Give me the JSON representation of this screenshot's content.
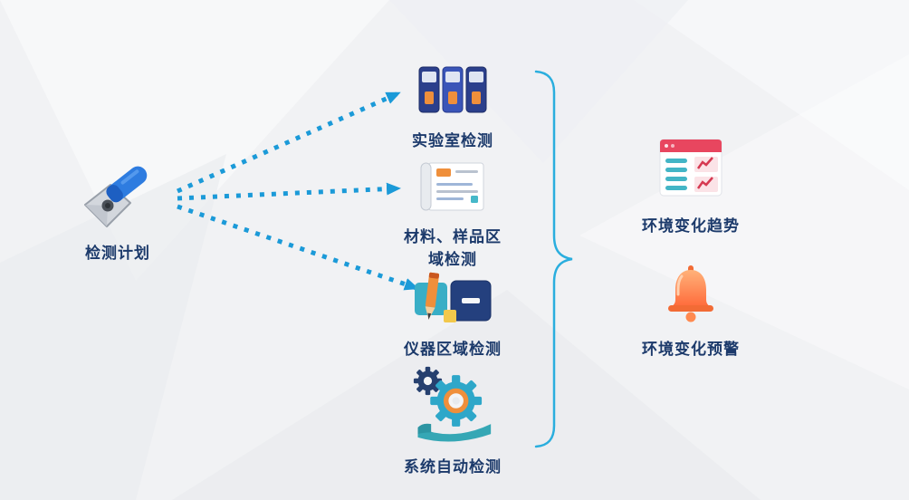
{
  "diagram": {
    "source": {
      "label": "检测计划"
    },
    "targets": [
      {
        "label": "实验室检测"
      },
      {
        "label": "材料、样品区\n域检测"
      },
      {
        "label": "仪器区域检测"
      },
      {
        "label": "系统自动检测"
      }
    ],
    "results": [
      {
        "label": "环境变化趋势"
      },
      {
        "label": "环境变化预警"
      }
    ],
    "colors": {
      "label_text": "#1c3a6b",
      "arrow_blue": "#1b9ad8",
      "brace_blue": "#2aaede",
      "bell_orange": "#ff6a3a",
      "gear_teal": "#2ea7c9",
      "table_header_red": "#e8465f",
      "binder_navy": "#2b3f8c",
      "accent_orange": "#ef8f3b"
    },
    "icons": [
      "pen-tool-icon",
      "binders-icon",
      "spec-sheet-icon",
      "pencil-folder-icon",
      "gears-icon",
      "data-table-icon",
      "alert-bell-icon"
    ]
  }
}
